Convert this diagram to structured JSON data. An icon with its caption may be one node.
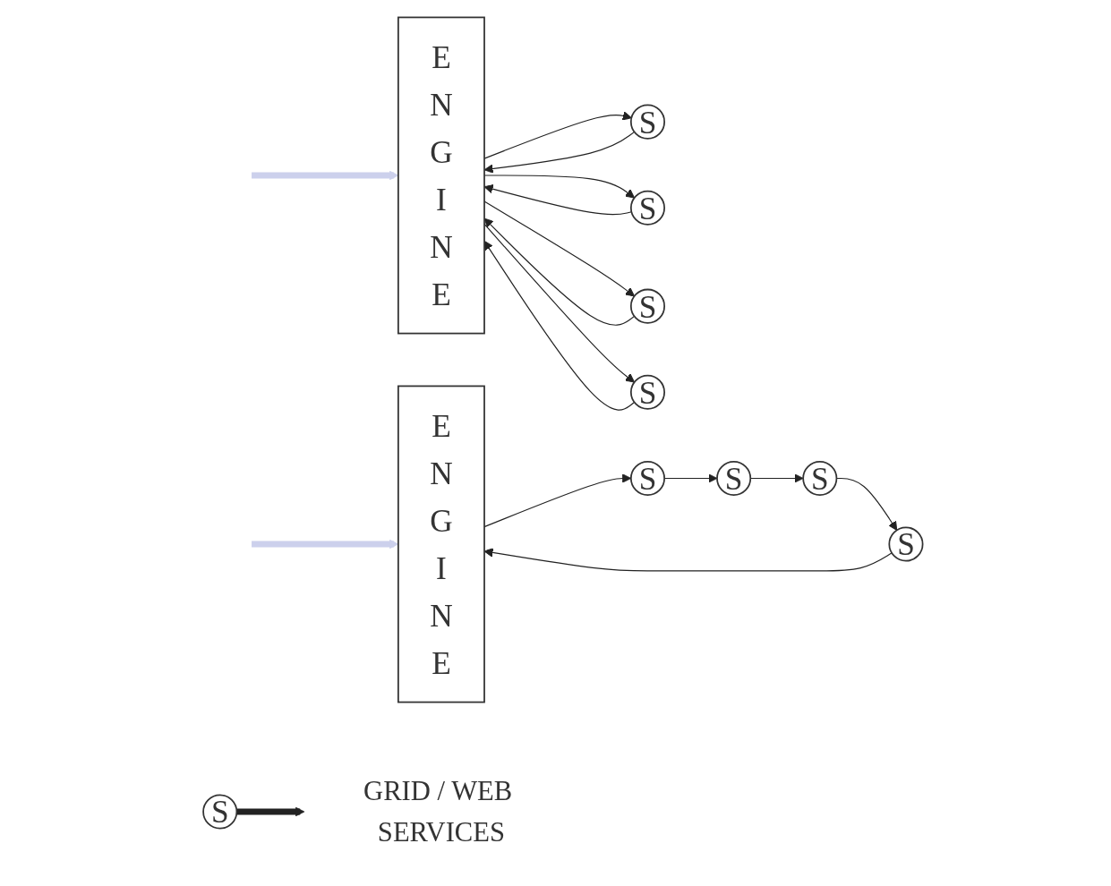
{
  "diagram": {
    "nodes": [
      {
        "text": [
          "E N G I N E"
        ]
      },
      {
        "text": [
          "S"
        ]
      },
      {
        "text": [
          "S"
        ]
      },
      {
        "text": [
          "S"
        ]
      },
      {
        "text": [
          "S"
        ]
      },
      {
        "text": [
          "E N G I N E"
        ]
      },
      {
        "text": [
          "S"
        ]
      },
      {
        "text": [
          "S"
        ]
      },
      {
        "text": [
          "S"
        ]
      },
      {
        "text": [
          "S"
        ]
      },
      {
        "text": [
          "S"
        ]
      },
      {
        "text": [
          "GRID / WEB SERVICES"
        ]
      }
    ],
    "edges": [
      {
        "from": null,
        "to": 0,
        "arrow": "to",
        "style": "thick",
        "color": "#ccd0ec"
      },
      {
        "from": 0,
        "to": 1,
        "arrow": "to"
      },
      {
        "from": 1,
        "to": 0,
        "arrow": "to"
      },
      {
        "from": 0,
        "to": 2,
        "arrow": "to"
      },
      {
        "from": 2,
        "to": 0,
        "arrow": "to"
      },
      {
        "from": 0,
        "to": 3,
        "arrow": "to"
      },
      {
        "from": 3,
        "to": 0,
        "arrow": "to"
      },
      {
        "from": 0,
        "to": 4,
        "arrow": "to"
      },
      {
        "from": 4,
        "to": 0,
        "arrow": "to"
      },
      {
        "from": null,
        "to": 5,
        "arrow": "to",
        "style": "thick",
        "color": "#ccd0ec"
      },
      {
        "from": 5,
        "to": 6,
        "arrow": "to"
      },
      {
        "from": 6,
        "to": 7,
        "arrow": "to"
      },
      {
        "from": 7,
        "to": 8,
        "arrow": "to"
      },
      {
        "from": 8,
        "to": 9,
        "arrow": "to"
      },
      {
        "from": 9,
        "to": 5,
        "arrow": "to"
      },
      {
        "from": 10,
        "to": 11,
        "arrow": "to",
        "style": "thick"
      }
    ]
  }
}
